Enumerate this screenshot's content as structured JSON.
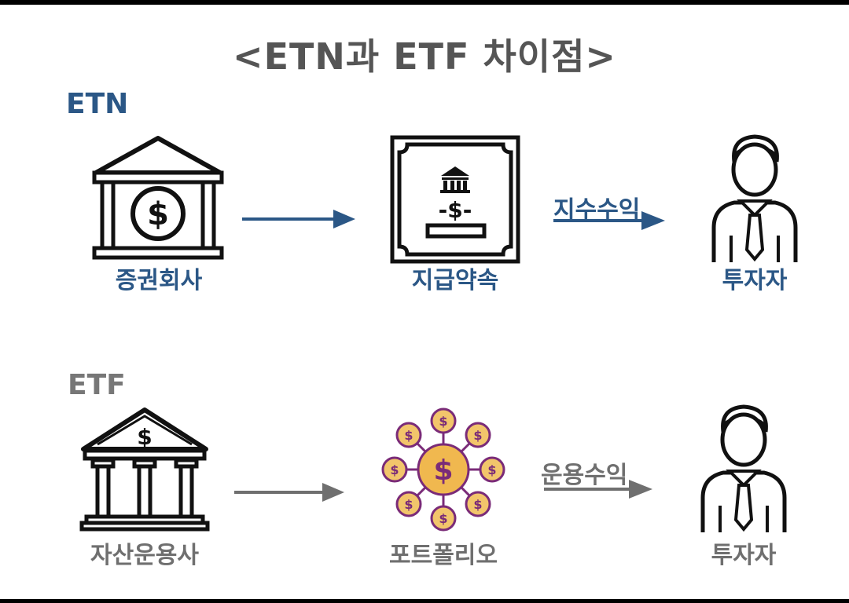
{
  "title": "<ETN과 ETF 차이점>",
  "etn": {
    "label": "ETN",
    "issuer": "증권회사",
    "product": "지급약속",
    "product_symbol": "-$-",
    "flow_label": "지수수익",
    "investor": "투자자",
    "color": "#2b5786"
  },
  "etf": {
    "label": "ETF",
    "issuer": "자산운용사",
    "product": "포트폴리오",
    "flow_label": "운용수익",
    "investor": "투자자",
    "color": "#6f6f6f"
  },
  "icons": [
    "bank-dollar-icon",
    "certificate-icon",
    "investor-person-icon",
    "asset-manager-building-icon",
    "portfolio-coins-icon"
  ]
}
